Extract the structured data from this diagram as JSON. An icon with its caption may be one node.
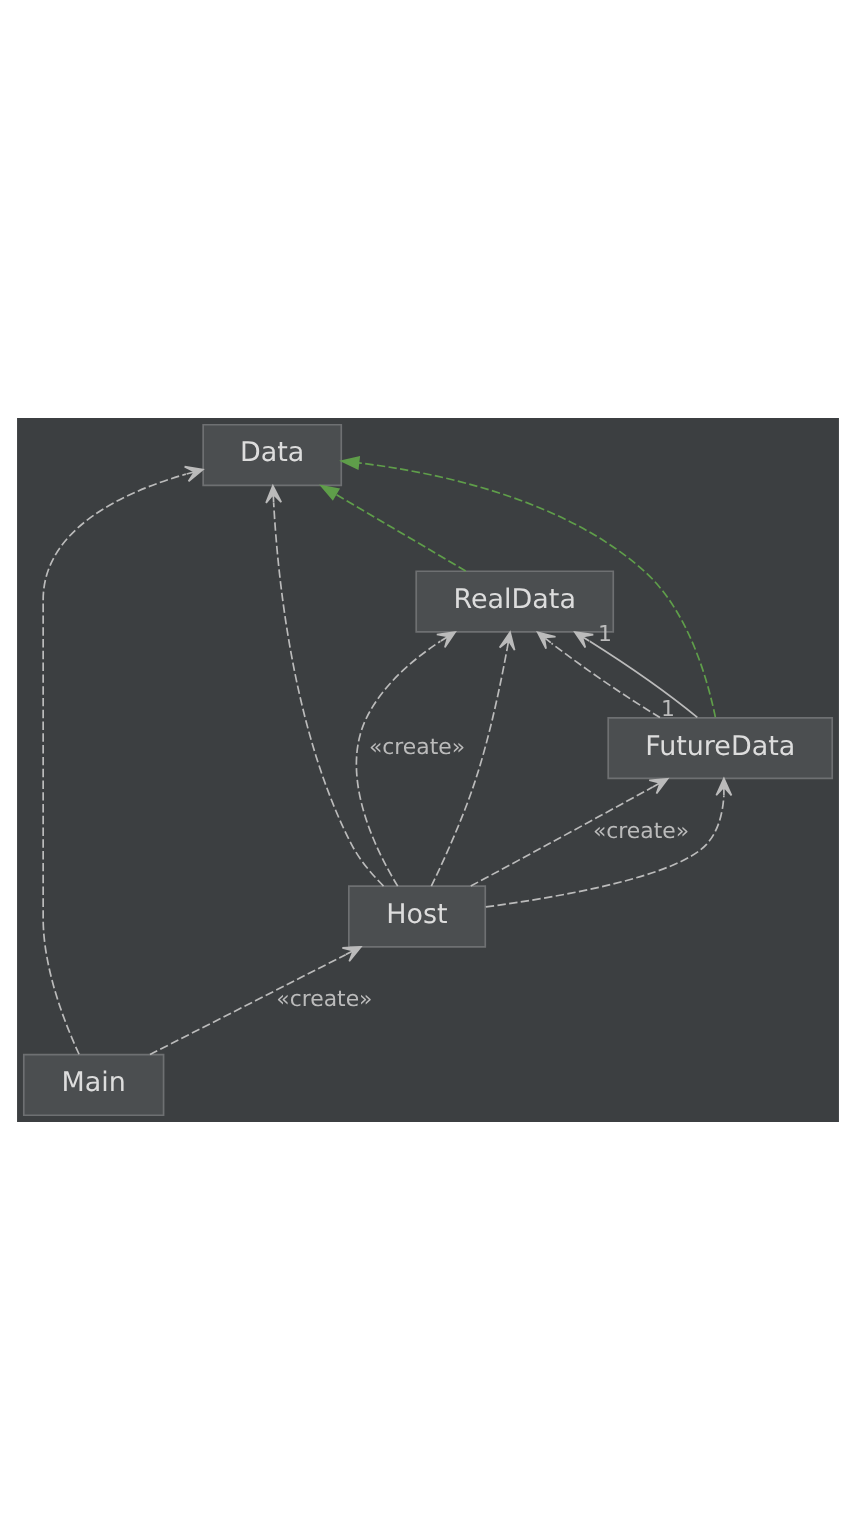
{
  "diagram": {
    "nodes": [
      {
        "text": [
          "Data"
        ]
      },
      {
        "text": [
          "RealData"
        ]
      },
      {
        "text": [
          "FutureData"
        ]
      },
      {
        "text": [
          "Host"
        ]
      },
      {
        "text": [
          "Main"
        ]
      }
    ],
    "edges": [
      {
        "from": 2,
        "to": 0,
        "arrow": "to",
        "style": "dashed",
        "color": "#5f9e4a"
      },
      {
        "from": 1,
        "to": 0,
        "arrow": "to",
        "style": "dashed",
        "color": "#5f9e4a"
      },
      {
        "from": 3,
        "to": 0,
        "arrow": "to",
        "style": "dashed"
      },
      {
        "from": 4,
        "to": 0,
        "arrow": "to",
        "style": "dashed"
      },
      {
        "from": 2,
        "to": 1,
        "arrow": "to",
        "style": "dashed"
      },
      {
        "from": 2,
        "to": 1,
        "arrow": "to"
      },
      {
        "from": 3,
        "to": 1,
        "arrow": "to",
        "style": "dashed",
        "label": "«create»"
      },
      {
        "from": 3,
        "to": 1,
        "arrow": "to",
        "style": "dashed"
      },
      {
        "from": 3,
        "to": 2,
        "arrow": "to",
        "style": "dashed",
        "label": "«create»"
      },
      {
        "from": 3,
        "to": 2,
        "arrow": "to",
        "style": "dashed"
      },
      {
        "from": 4,
        "to": 3,
        "arrow": "to",
        "style": "dashed",
        "label": "«create»"
      }
    ],
    "labels": [
      "1",
      "1"
    ]
  }
}
